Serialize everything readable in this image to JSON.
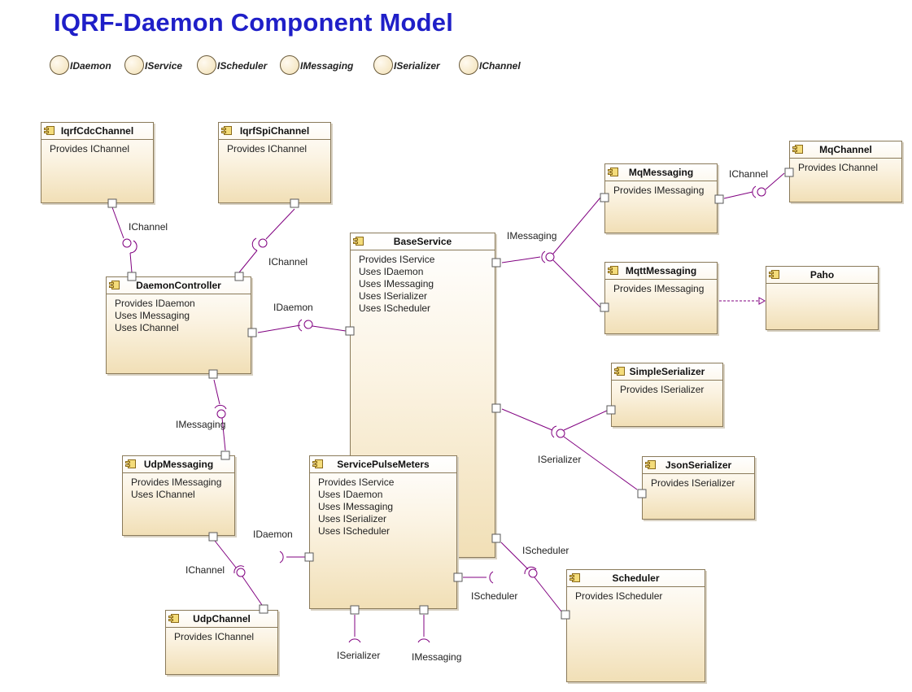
{
  "title": "IQRF-Daemon Component Model",
  "interfaces_legend": [
    "IDaemon",
    "IService",
    "IScheduler",
    "IMessaging",
    "ISerializer",
    "IChannel"
  ],
  "components": {
    "iqrf_cdc_channel": {
      "name": "IqrfCdcChannel",
      "lines": [
        "Provides IChannel"
      ]
    },
    "iqrf_spi_channel": {
      "name": "IqrfSpiChannel",
      "lines": [
        "Provides IChannel"
      ]
    },
    "daemon_controller": {
      "name": "DaemonController",
      "lines": [
        "Provides IDaemon",
        "Uses IMessaging",
        "Uses IChannel"
      ]
    },
    "base_service": {
      "name": "BaseService",
      "lines": [
        "Provides IService",
        "Uses IDaemon",
        "Uses IMessaging",
        "Uses ISerializer",
        "Uses IScheduler"
      ]
    },
    "mq_messaging": {
      "name": "MqMessaging",
      "lines": [
        "Provides IMessaging"
      ]
    },
    "mq_channel": {
      "name": "MqChannel",
      "lines": [
        "Provides IChannel"
      ]
    },
    "mqtt_messaging": {
      "name": "MqttMessaging",
      "lines": [
        "Provides IMessaging"
      ]
    },
    "paho": {
      "name": "Paho",
      "lines": []
    },
    "simple_serializer": {
      "name": "SimpleSerializer",
      "lines": [
        "Provides ISerializer"
      ]
    },
    "json_serializer": {
      "name": "JsonSerializer",
      "lines": [
        "Provides ISerializer"
      ]
    },
    "udp_messaging": {
      "name": "UdpMessaging",
      "lines": [
        "Provides IMessaging",
        "Uses IChannel"
      ]
    },
    "service_pulse_meters": {
      "name": "ServicePulseMeters",
      "lines": [
        "Provides IService",
        "Uses IDaemon",
        "Uses IMessaging",
        "Uses ISerializer",
        "Uses IScheduler"
      ]
    },
    "udp_channel": {
      "name": "UdpChannel",
      "lines": [
        "Provides IChannel"
      ]
    },
    "scheduler": {
      "name": "Scheduler",
      "lines": [
        "Provides IScheduler"
      ]
    }
  },
  "connector_labels": {
    "cdc_ichannel": "IChannel",
    "spi_ichannel": "IChannel",
    "controller_idaemon": "IDaemon",
    "base_imessaging": "IMessaging",
    "mq_ichannel": "IChannel",
    "controller_imessaging": "IMessaging",
    "base_iserializer": "ISerializer",
    "udp_ichannel": "IChannel",
    "spm_idaemon": "IDaemon",
    "base_ischeduler": "IScheduler",
    "spm_ischeduler": "IScheduler",
    "spm_iserializer": "ISerializer",
    "spm_imessaging": "IMessaging"
  }
}
